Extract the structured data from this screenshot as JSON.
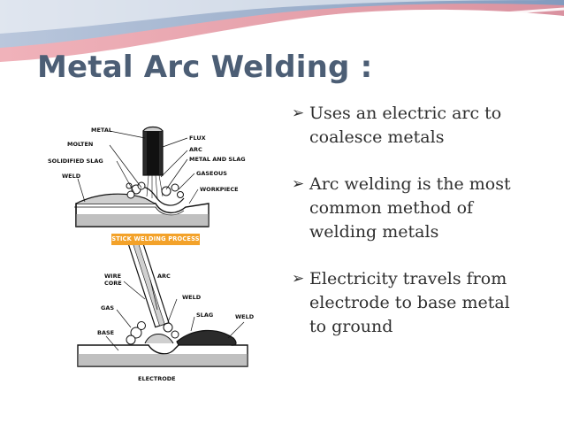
{
  "slide": {
    "title": "Metal Arc Welding :",
    "bullet_marker": "➢",
    "bullets": [
      {
        "line1": "Uses an electric arc to",
        "line2": "coalesce metals"
      },
      {
        "line1": "Arc welding is the most",
        "line2": "common method of",
        "line3": "welding metals"
      },
      {
        "line1": "Electricity travels from",
        "line2": "electrode to base metal",
        "line3": "to ground"
      }
    ]
  },
  "diagram": {
    "top_labels": {
      "metal": "METAL",
      "molten": "MOLTEN",
      "solidified_slag": "SOLIDIFIED SLAG",
      "weld": "WELD",
      "flux": "FLUX",
      "arc": "ARC",
      "metal_and_slag": "METAL AND SLAG",
      "gaseous": "GASEOUS",
      "workpiece": "WORKPIECE"
    },
    "banner": "STICK WELDING PROCESS",
    "bottom_labels": {
      "wire": "WIRE",
      "core": "CORE",
      "arc": "ARC",
      "weld": "WELD",
      "gas": "GAS",
      "slag": "SLAG",
      "weld_right": "WELD",
      "base": "BASE",
      "electrode": "ELECTRODE"
    }
  },
  "colors": {
    "title": "#4c5e75",
    "banner": "#f3a22a",
    "wave_blue": "#9cb3d0",
    "wave_pink": "#e9a2ab"
  }
}
